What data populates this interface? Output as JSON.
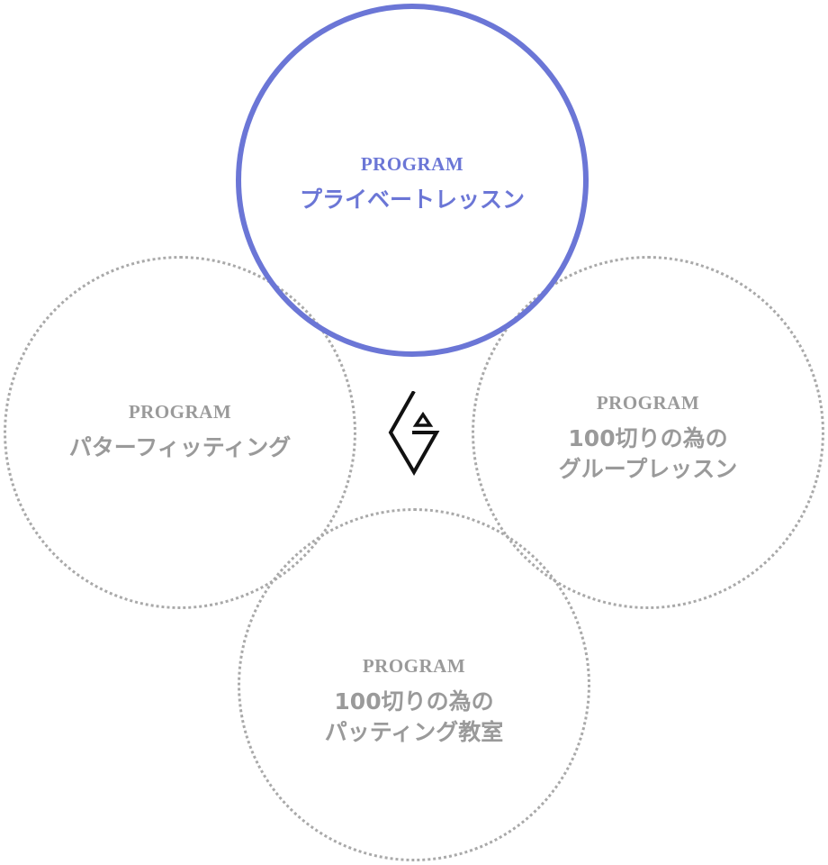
{
  "programs": {
    "private": {
      "eyebrow": "PROGRAM",
      "title": "プライベートレッスン",
      "state": "active"
    },
    "putter_fitting": {
      "eyebrow": "PROGRAM",
      "title": "パターフィッティング",
      "state": "inactive"
    },
    "group_lesson": {
      "eyebrow": "PROGRAM",
      "title": "100切りの為の\nグループレッスン",
      "state": "inactive"
    },
    "putting_class": {
      "eyebrow": "PROGRAM",
      "title": "100切りの為の\nパッティング教室",
      "state": "inactive"
    }
  },
  "logo": {
    "icon": "brand-logo-icon"
  },
  "colors": {
    "accent": "#6b76d6",
    "inactive_text": "#9a9a9a",
    "inactive_border": "#a9a9a9"
  }
}
